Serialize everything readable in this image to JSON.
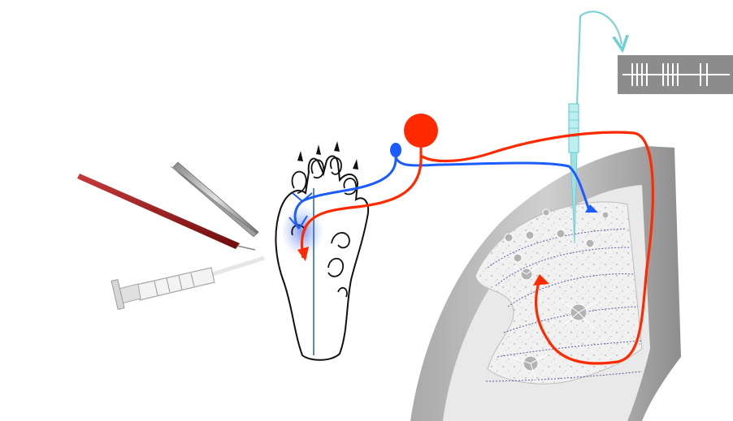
{
  "figure": {
    "tools": {
      "needle": "red-needle",
      "forceps": "forceps",
      "syringe": "syringe"
    },
    "paw": "hind-paw-plantar-view",
    "spinal_cord": "dorsal-horn-section",
    "recording": {
      "electrode": "recording-electrode",
      "trace_display": "spike-train-display",
      "spike_groups": [
        4,
        4,
        2
      ]
    },
    "pathways": {
      "afferent_color": "#ff2a00",
      "afferent_label": "",
      "low_threshold_color": "#1a5cff",
      "electrode_color": "#7fd3d8",
      "trace_bg": "#8c8c8c",
      "paw_midline_color": "#1f5fbf"
    }
  }
}
